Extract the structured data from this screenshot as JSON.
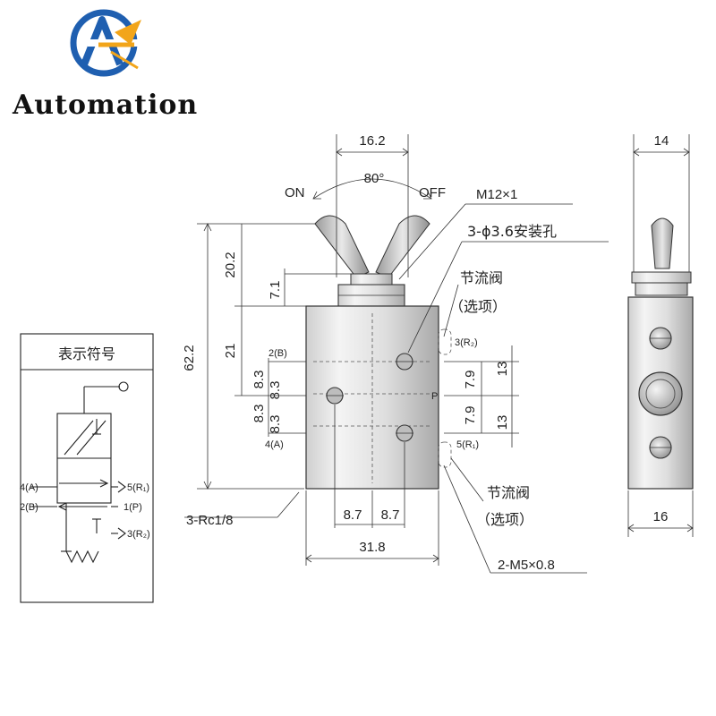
{
  "brand": {
    "name": "Automation",
    "colors": {
      "ring": "#1f5fb0",
      "accent": "#f2a51a"
    }
  },
  "legend_box": {
    "title": "表示符号",
    "ports": {
      "a": "4(A)",
      "b": "2(B)",
      "r1": "5(R₁)",
      "p": "1(P)",
      "r2": "3(R₂)"
    }
  },
  "dimensions": {
    "top_width": "16.2",
    "angle": "80°",
    "on": "ON",
    "off": "OFF",
    "thread": "M12×1",
    "mount_holes": "3-ϕ3.6安装孔",
    "height_total": "62.2",
    "h_20_2": "20.2",
    "h_7_1": "7.1",
    "h_21": "21",
    "h_8_3_a": "8.3",
    "h_8_3_b": "8.3",
    "h_8_3_c": "8.3",
    "h_8_3_d": "8.3",
    "r_7_9_a": "7.9",
    "r_7_9_b": "7.9",
    "r_13_a": "13",
    "r_13_b": "13",
    "bottom_8_7_a": "8.7",
    "bottom_8_7_b": "8.7",
    "bottom_width": "31.8",
    "port_rc": "3-Rc1/8",
    "port_m5": "2-M5×0.8",
    "side_top": "14",
    "side_bottom": "16"
  },
  "body_labels": {
    "port_b": "2(B)",
    "port_a": "4(A)",
    "port_r2": "3(R₂)",
    "port_r1": "5(R₁)",
    "center": "P"
  },
  "throttle_top": {
    "line1": "节流阀",
    "line2": "（选项）"
  },
  "throttle_bottom": {
    "line1": "节流阀",
    "line2": "（选项）"
  }
}
